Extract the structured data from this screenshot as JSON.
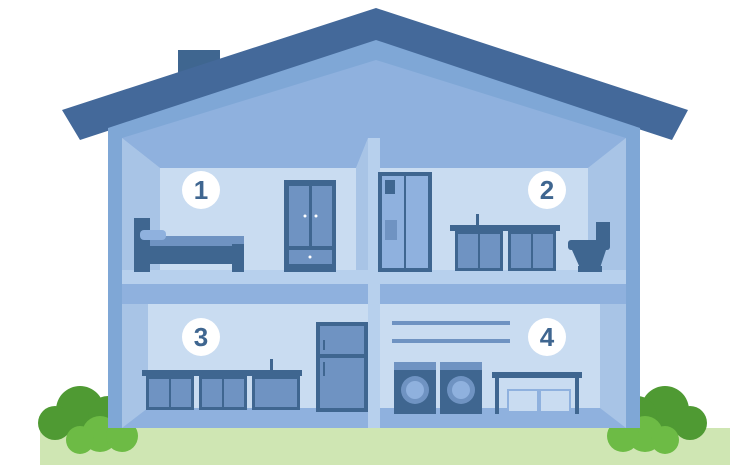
{
  "rooms": [
    {
      "number": "1",
      "name": "bedroom"
    },
    {
      "number": "2",
      "name": "bathroom"
    },
    {
      "number": "3",
      "name": "kitchen"
    },
    {
      "number": "4",
      "name": "laundry"
    }
  ],
  "colors": {
    "roof": "#44699a",
    "house_outer": "#7fa7d6",
    "room_fill": "#c9dcf1",
    "room_side": "#a8c4e6",
    "room_top": "#8fb1de",
    "furniture": "#3f6690",
    "furniture_light": "#6f93c2",
    "grass": "#cfe6b3",
    "bush": "#4f9a33",
    "bush_light": "#6dbb45",
    "badge": "#ffffff"
  }
}
